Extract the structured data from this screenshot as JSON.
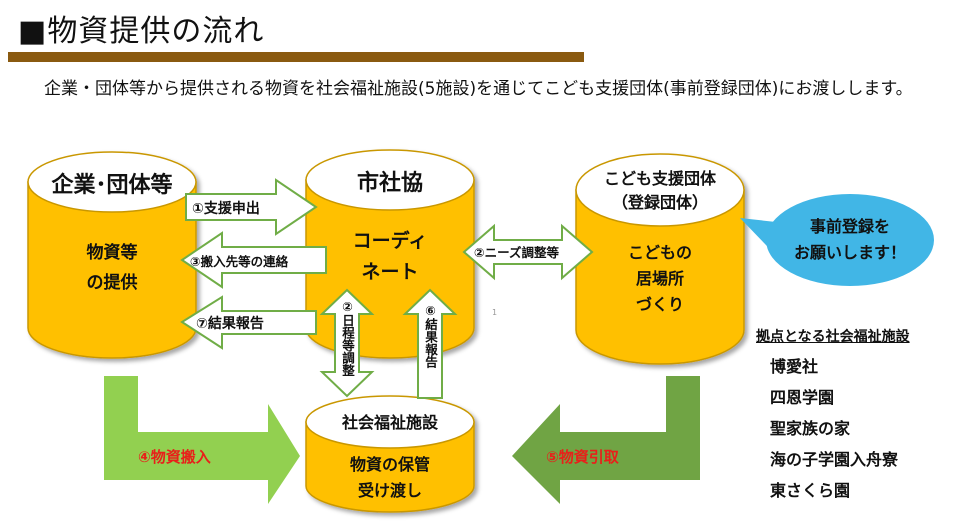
{
  "header": {
    "title": "■物資提供の流れ",
    "intro": "企業・団体等から提供される物資を社会福祉施設(5施設)を通じてこども支援団体(事前登録団体)にお渡しします。"
  },
  "nodes": {
    "companies": {
      "label": "企業･団体等",
      "body_line1": "物資等",
      "body_line2": "の提供"
    },
    "council": {
      "label": "市社協",
      "body_line1": "コーディ",
      "body_line2": "ネート"
    },
    "support": {
      "label_line1": "こども支援団体",
      "label_line2": "（登録団体）",
      "body_line1": "こどもの",
      "body_line2": "居場所",
      "body_line3": "づくり"
    },
    "facility": {
      "label": "社会福祉施設",
      "body_line1": "物資の保管",
      "body_line2": "受け渡し"
    }
  },
  "bubble": {
    "line1": "事前登録を",
    "line2": "お願いします！"
  },
  "arrows": {
    "a1": "①支援申出",
    "a3": "③搬入先等の連絡",
    "a7": "⑦結果報告",
    "a2_needs": "②ニーズ調整等",
    "a2_schedule": "②日程等調整",
    "a6": "⑥結果報告",
    "a4": "④物資搬入",
    "a5": "⑤物資引取"
  },
  "facilities": {
    "heading": "拠点となる社会福祉施設",
    "items": [
      "博愛社",
      "四恩学園",
      "聖家族の家",
      "海の子学園入舟寮",
      "東さくら園"
    ]
  },
  "page_number": "1",
  "colors": {
    "cylinder": "#ffc000",
    "cylinder_outline": "#c99700",
    "arrow_fill": "#ffffff",
    "arrow_outline": "#70ad47",
    "big_green_left": "#92d050",
    "big_green_right": "#70a444",
    "red_label": "#e8201a",
    "bubble": "#41b6e6",
    "title_bar": "#8a5a10"
  }
}
